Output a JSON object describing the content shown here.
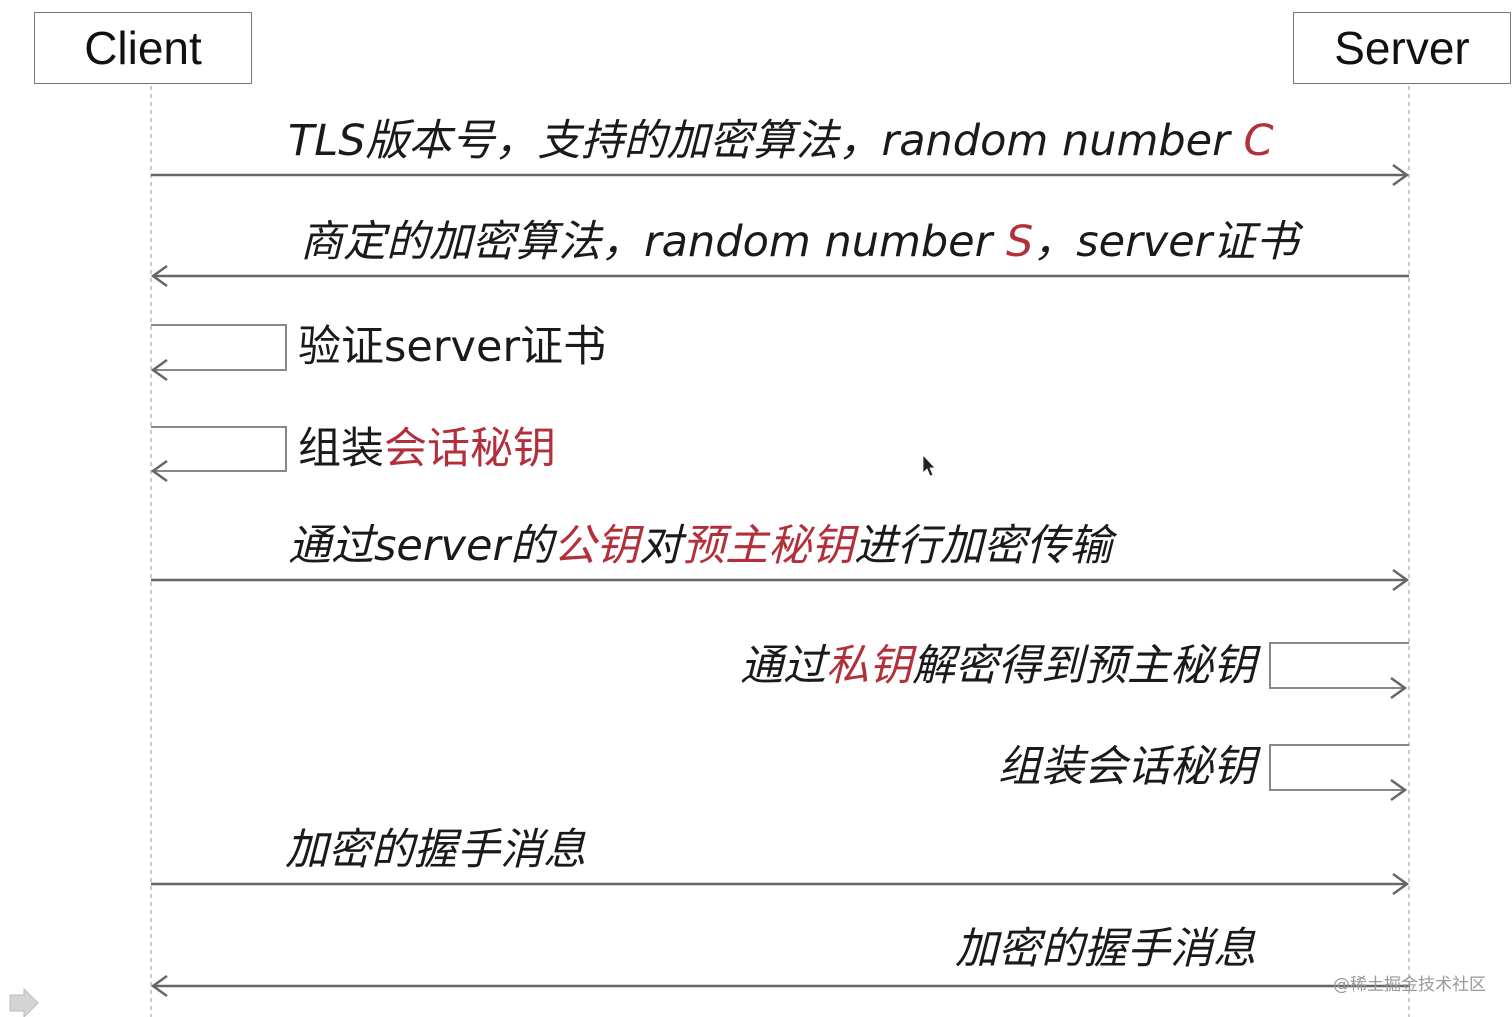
{
  "participants": {
    "client": "Client",
    "server": "Server"
  },
  "messages": [
    {
      "id": "m1",
      "parts": [
        {
          "text": "TLS版本号，支持的加密算法，random number "
        },
        {
          "text": "C",
          "red": true
        }
      ]
    },
    {
      "id": "m2",
      "parts": [
        {
          "text": "商定的加密算法，random number "
        },
        {
          "text": "S",
          "red": true
        },
        {
          "text": "，server证书"
        }
      ]
    },
    {
      "id": "m3",
      "parts": [
        {
          "text": "验证server证书"
        }
      ]
    },
    {
      "id": "m4",
      "parts": [
        {
          "text": "组装"
        },
        {
          "text": "会话秘钥",
          "red": true
        }
      ]
    },
    {
      "id": "m5",
      "parts": [
        {
          "text": "通过server的"
        },
        {
          "text": "公钥",
          "red": true
        },
        {
          "text": "对"
        },
        {
          "text": "预主秘钥",
          "red": true
        },
        {
          "text": "进行加密传输"
        }
      ]
    },
    {
      "id": "m6",
      "parts": [
        {
          "text": "通过"
        },
        {
          "text": "私钥",
          "red": true
        },
        {
          "text": "解密得到预主秘钥"
        }
      ]
    },
    {
      "id": "m7",
      "parts": [
        {
          "text": "组装会话秘钥"
        }
      ]
    },
    {
      "id": "m8",
      "parts": [
        {
          "text": "加密的握手消息"
        }
      ]
    },
    {
      "id": "m9",
      "parts": [
        {
          "text": "加密的握手消息"
        }
      ]
    }
  ],
  "watermark": "@稀土掘金技术社区",
  "colors": {
    "line": "#666666",
    "highlight": "#b3303b",
    "lifeline": "#bbbbbb"
  }
}
